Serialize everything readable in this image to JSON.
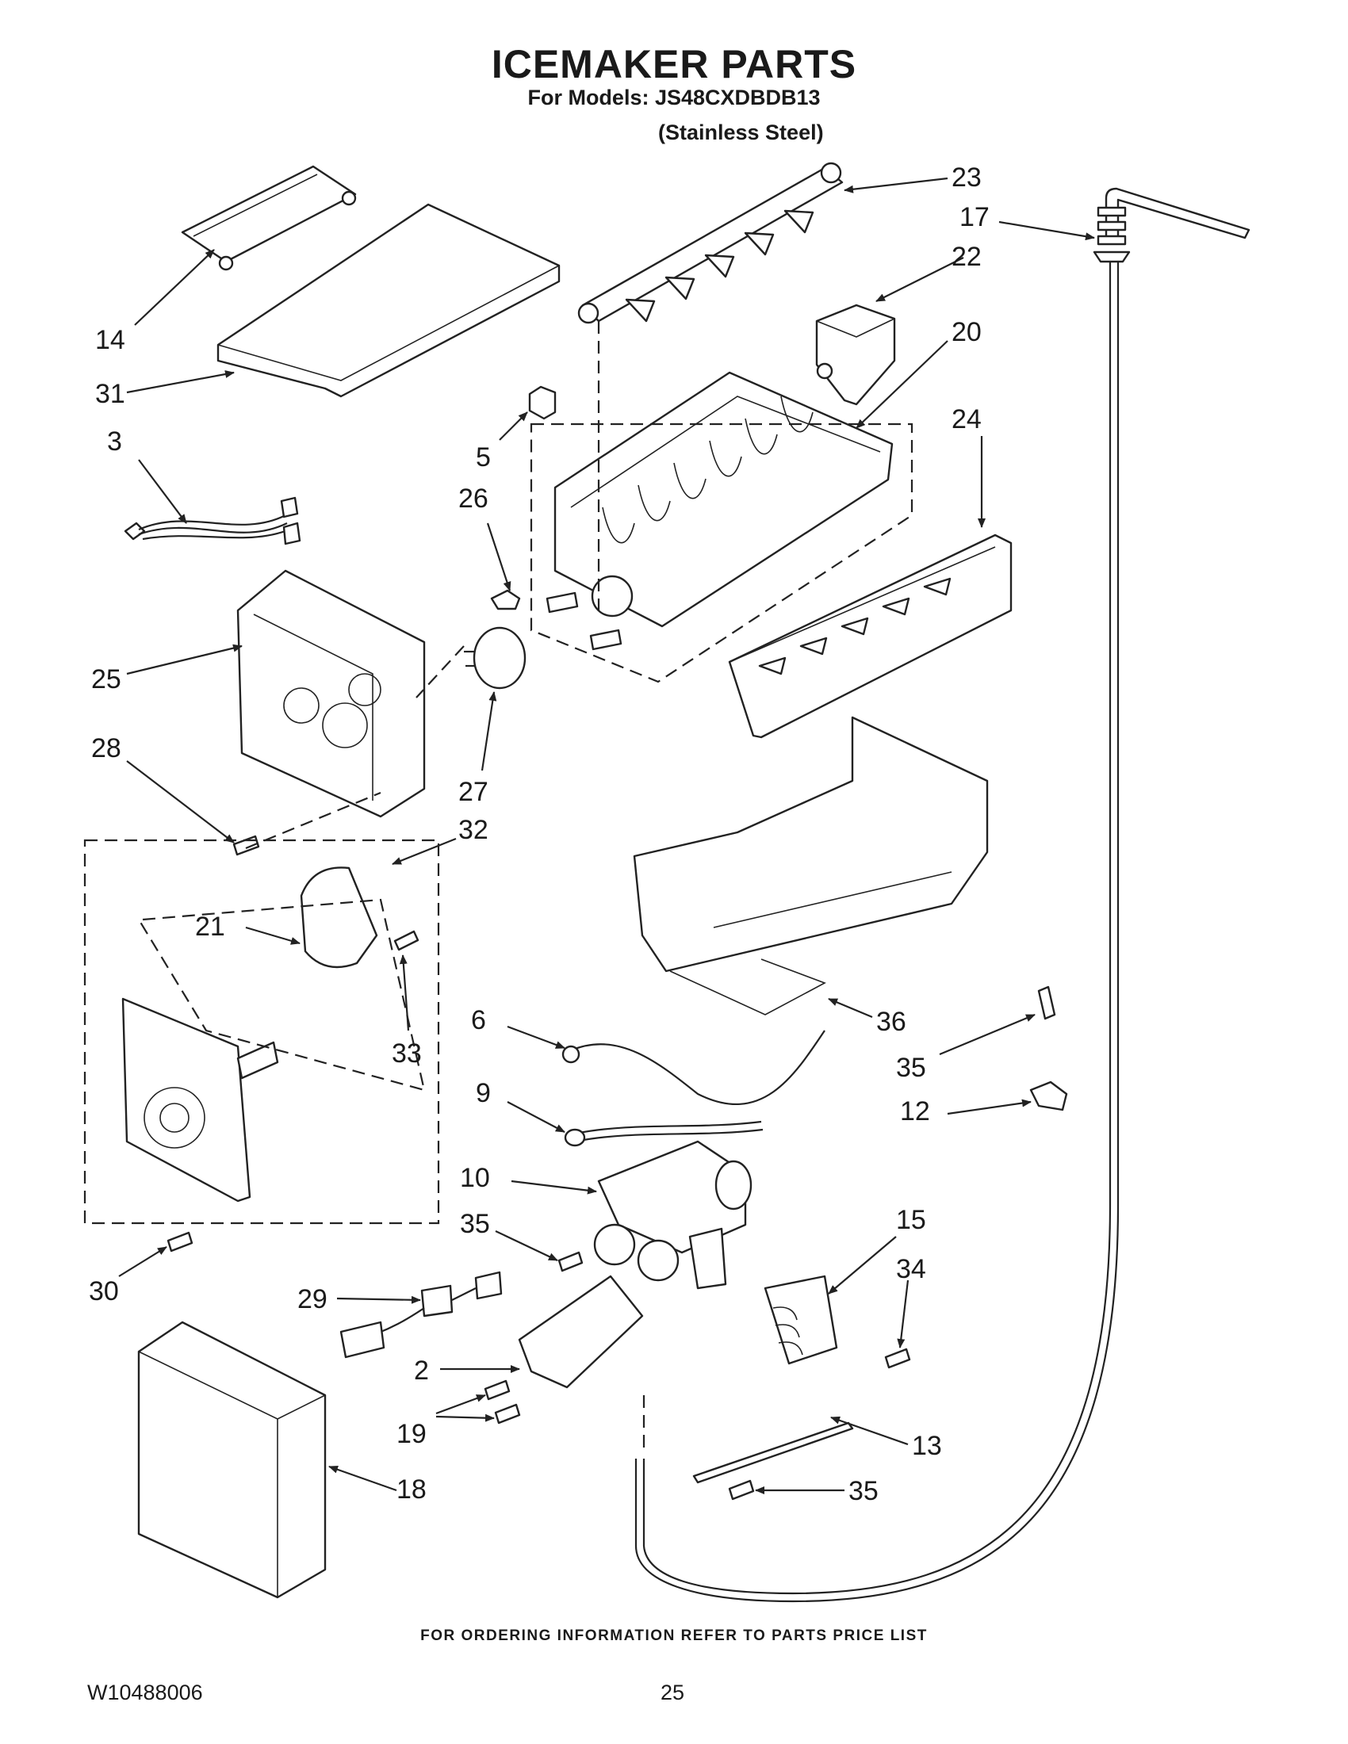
{
  "header": {
    "title": "ICEMAKER PARTS",
    "subtitle": "For Models: JS48CXDBDB13",
    "variant": "(Stainless Steel)"
  },
  "callouts": [
    "23",
    "17",
    "22",
    "20",
    "14",
    "31",
    "5",
    "24",
    "3",
    "26",
    "25",
    "28",
    "27",
    "32",
    "21",
    "33",
    "36",
    "6",
    "35",
    "9",
    "12",
    "10",
    "35",
    "30",
    "15",
    "29",
    "34",
    "2",
    "19",
    "13",
    "18",
    "35"
  ],
  "footer": {
    "note": "FOR ORDERING INFORMATION REFER TO PARTS PRICE LIST",
    "doc_number": "W10488006",
    "page_number": "25"
  }
}
